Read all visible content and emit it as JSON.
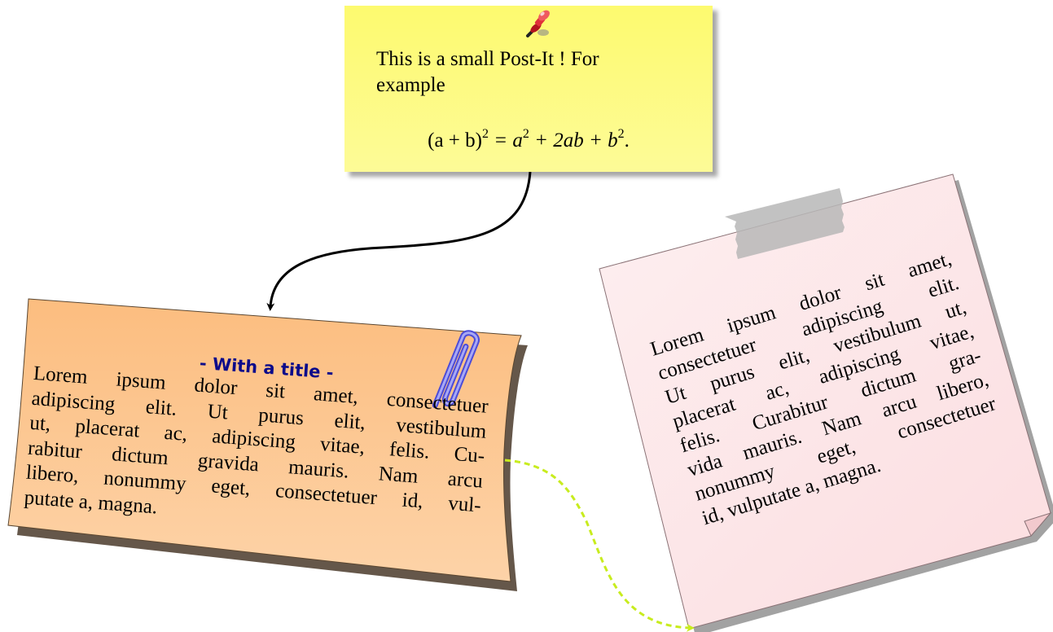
{
  "yellow_note": {
    "line1": "This is a small Post-It !  For",
    "line2": "example",
    "formula": {
      "open": "(a + b)",
      "exp1": "2",
      "equals": " = a",
      "exp2": "2",
      "mid": " + 2ab + b",
      "exp3": "2",
      "end": "."
    },
    "icon": "pushpin-icon",
    "background": "#fdfa6f"
  },
  "orange_note": {
    "title": "- With a title -",
    "lines": [
      "Lorem ipsum dolor sit amet, consectetuer",
      "adipiscing elit.  Ut purus elit, vestibulum",
      "ut, placerat ac, adipiscing vitae, felis. Cu-",
      "rabitur dictum gravida mauris.  Nam arcu",
      "libero, nonummy eget, consectetuer id, vul-",
      "putate a, magna."
    ],
    "icon": "paperclip-icon",
    "background": "#fcbd7f",
    "title_color": "#0b0b8a"
  },
  "pink_note": {
    "lines": [
      "Lorem ipsum dolor sit amet,",
      "consectetuer  adipiscing  elit.",
      "Ut purus elit, vestibulum ut,",
      "placerat ac, adipiscing vitae,",
      "felis.   Curabitur dictum gra-",
      "vida mauris. Nam arcu libero,",
      "nonummy  eget,  consectetuer",
      "id, vulputate a, magna."
    ],
    "icon": "tape-icon",
    "background": "#fde0e2"
  },
  "connectors": {
    "yellow_to_orange_color": "#000000",
    "orange_to_pink_color": "#c8ec1e"
  }
}
